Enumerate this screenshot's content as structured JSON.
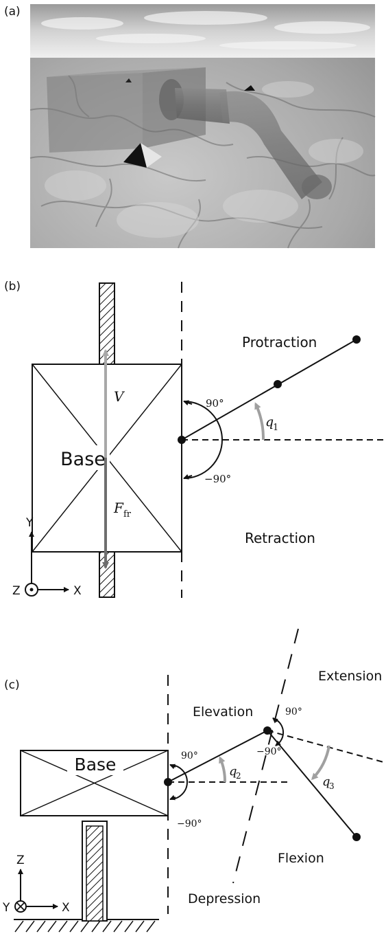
{
  "panels": {
    "a": {
      "label": "(a)"
    },
    "b": {
      "label": "(b)",
      "base_label": "Base",
      "protraction_label": "Protraction",
      "retraction_label": "Retraction",
      "angle_pos": "90°",
      "angle_neg": "−90°",
      "velocity_label": "V",
      "friction_label": "F",
      "friction_sub": "fr",
      "joint_label": "q",
      "joint_sub": "1",
      "axes": {
        "y": "Y",
        "x": "X",
        "z": "Z"
      }
    },
    "c": {
      "label": "(c)",
      "base_label": "Base",
      "elevation_label": "Elevation",
      "depression_label": "Depression",
      "extension_label": "Extension",
      "flexion_label": "Flexion",
      "shoulder_angle_pos": "90°",
      "shoulder_angle_neg": "−90°",
      "elbow_angle_pos": "90°",
      "elbow_angle_neg": "−90°",
      "q2_label": "q",
      "q2_sub": "2",
      "q3_label": "q",
      "q3_sub": "3",
      "axes": {
        "z": "Z",
        "y": "Y",
        "x": "X"
      }
    }
  },
  "colors": {
    "velocity_arrow": "#a8a8a8",
    "friction_arrow": "#6e6e6e",
    "joint_arc": "#a0a0a0",
    "ink": "#111111"
  }
}
